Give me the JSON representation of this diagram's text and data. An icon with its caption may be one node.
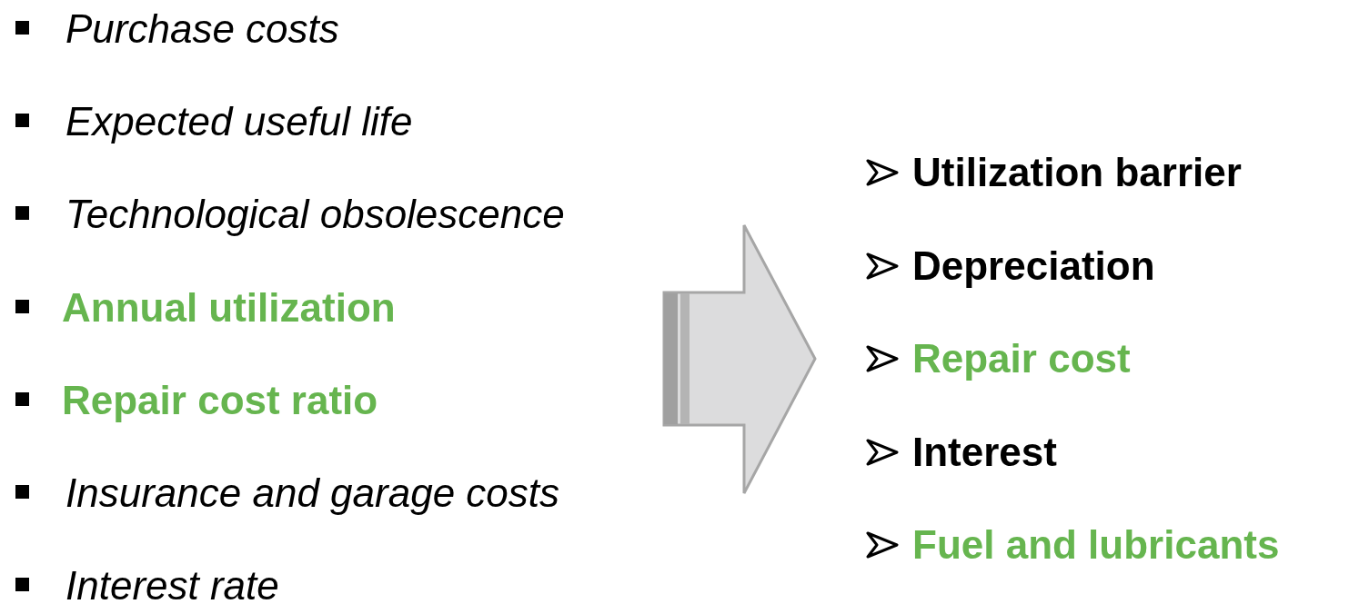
{
  "diagram": {
    "nodes": [
      {
        "text": [
          "Purchase costs",
          "Expected useful life",
          "Technological obsolescence",
          "Annual utilization",
          "Repair cost ratio",
          "Insurance and garage costs",
          "Interest rate"
        ]
      },
      {
        "text": [
          "Utilization barrier",
          "Depreciation",
          "Repair cost",
          "Interest",
          "Fuel and lubricants"
        ]
      }
    ],
    "edges": [
      {
        "from": 0,
        "to": 1,
        "arrow": "to",
        "style": "thick"
      }
    ]
  }
}
